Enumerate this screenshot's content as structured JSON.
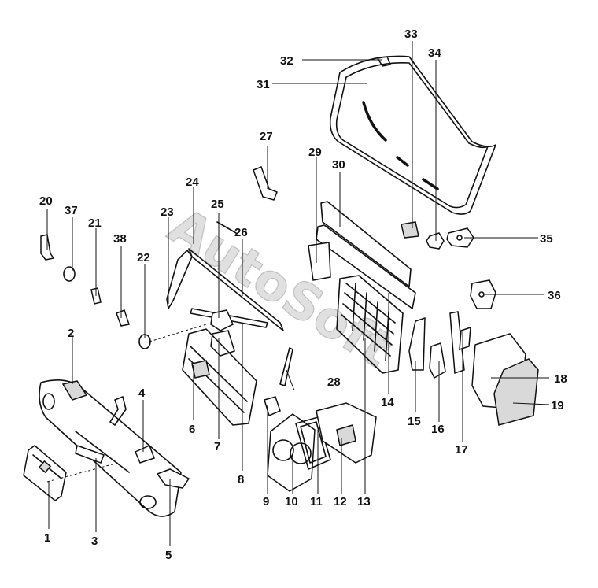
{
  "watermark": "AutoSoft",
  "callouts": [
    "1",
    "2",
    "3",
    "4",
    "5",
    "6",
    "7",
    "8",
    "9",
    "10",
    "11",
    "12",
    "13",
    "14",
    "15",
    "16",
    "17",
    "18",
    "19",
    "20",
    "21",
    "22",
    "23",
    "24",
    "25",
    "26",
    "27",
    "28",
    "29",
    "30",
    "31",
    "32",
    "33",
    "34",
    "35",
    "36",
    "37",
    "38"
  ]
}
